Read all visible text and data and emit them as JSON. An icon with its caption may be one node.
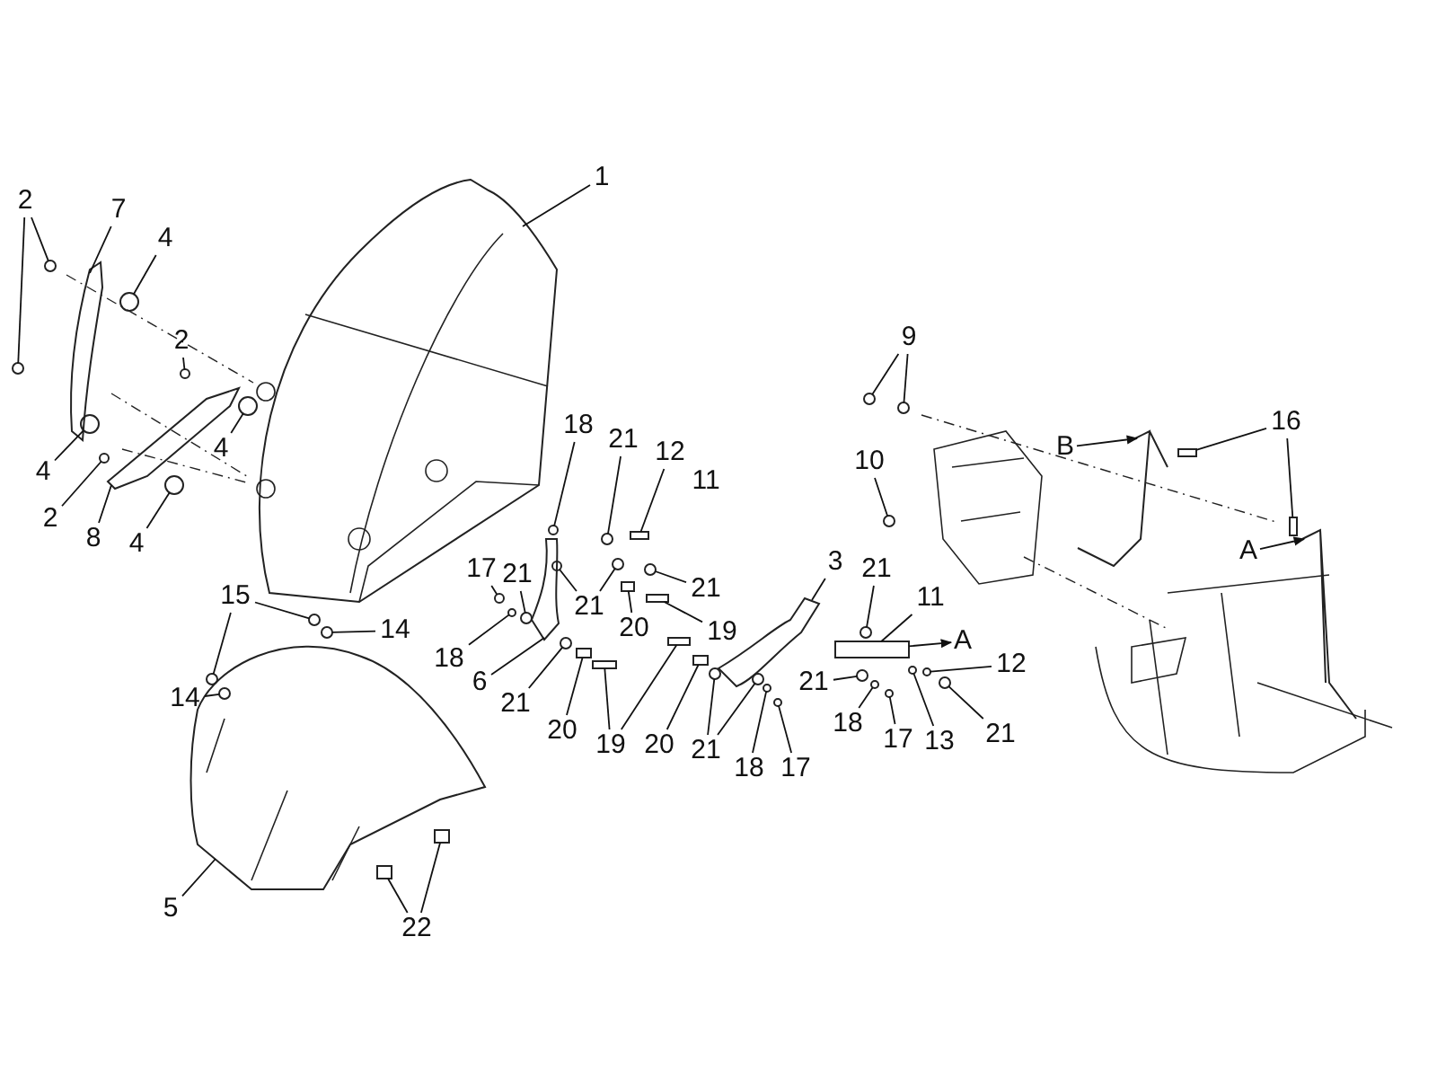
{
  "diagram": {
    "nodes": [
      {
        "text": [
          "2"
        ]
      },
      {
        "text": [
          "7"
        ]
      },
      {
        "text": [
          "4"
        ]
      },
      {
        "text": [
          "2"
        ]
      },
      {
        "text": [
          "4"
        ]
      },
      {
        "text": [
          "4"
        ]
      },
      {
        "text": [
          "2"
        ]
      },
      {
        "text": [
          "8"
        ]
      },
      {
        "text": [
          "4"
        ]
      },
      {
        "text": [
          "1"
        ]
      },
      {
        "text": [
          "18"
        ]
      },
      {
        "text": [
          "21"
        ]
      },
      {
        "text": [
          "12"
        ]
      },
      {
        "text": [
          "17"
        ]
      },
      {
        "text": [
          "21"
        ]
      },
      {
        "text": [
          "21"
        ]
      },
      {
        "text": [
          "21"
        ]
      },
      {
        "text": [
          "20"
        ]
      },
      {
        "text": [
          "19"
        ]
      },
      {
        "text": [
          "18"
        ]
      },
      {
        "text": [
          "6"
        ]
      },
      {
        "text": [
          "21"
        ]
      },
      {
        "text": [
          "20"
        ]
      },
      {
        "text": [
          "19"
        ]
      },
      {
        "text": [
          "20"
        ]
      },
      {
        "text": [
          "21"
        ]
      },
      {
        "text": [
          "18"
        ]
      },
      {
        "text": [
          "17"
        ]
      },
      {
        "text": [
          "3"
        ]
      },
      {
        "text": [
          "21"
        ]
      },
      {
        "text": [
          "11"
        ]
      },
      {
        "text": [
          "A"
        ]
      },
      {
        "text": [
          "21"
        ]
      },
      {
        "text": [
          "12"
        ]
      },
      {
        "text": [
          "18"
        ]
      },
      {
        "text": [
          "17"
        ]
      },
      {
        "text": [
          "13"
        ]
      },
      {
        "text": [
          "21"
        ]
      },
      {
        "text": [
          "9"
        ]
      },
      {
        "text": [
          "10"
        ]
      },
      {
        "text": [
          "B"
        ]
      },
      {
        "text": [
          "16"
        ]
      },
      {
        "text": [
          "A"
        ]
      },
      {
        "text": [
          "15"
        ]
      },
      {
        "text": [
          "14"
        ]
      },
      {
        "text": [
          "14"
        ]
      },
      {
        "text": [
          "5"
        ]
      },
      {
        "text": [
          "22"
        ]
      },
      {
        "text": [],
        "shape": "circle"
      },
      {
        "text": [],
        "shape": "circle"
      },
      {
        "text": [],
        "shape": "picture"
      },
      {
        "text": [],
        "shape": "circle"
      },
      {
        "text": [],
        "shape": "circle"
      },
      {
        "text": [],
        "shape": "circle"
      },
      {
        "text": [],
        "shape": "circle"
      },
      {
        "text": [],
        "shape": "circle"
      },
      {
        "text": [],
        "shape": "picture"
      },
      {
        "text": [],
        "shape": "circle"
      },
      {
        "text": [],
        "shape": "picture"
      },
      {
        "text": [],
        "shape": "circle"
      },
      {
        "text": [],
        "shape": "circle"
      },
      {
        "text": [],
        "shape": "bar"
      },
      {
        "text": [],
        "shape": "circle"
      },
      {
        "text": [],
        "shape": "circle"
      },
      {
        "text": [],
        "shape": "circle"
      },
      {
        "text": [],
        "shape": "circle"
      },
      {
        "text": [],
        "shape": "circle"
      },
      {
        "text": [],
        "shape": "bar"
      },
      {
        "text": [],
        "shape": "bar"
      },
      {
        "text": [],
        "shape": "circle"
      },
      {
        "text": [],
        "shape": "picture"
      },
      {
        "text": [],
        "shape": "circle"
      },
      {
        "text": [],
        "shape": "bar"
      },
      {
        "text": [],
        "shape": "bar"
      },
      {
        "text": [],
        "shape": "bar"
      },
      {
        "text": [],
        "shape": "bar"
      },
      {
        "text": [],
        "shape": "circle"
      },
      {
        "text": [],
        "shape": "circle"
      },
      {
        "text": [],
        "shape": "circle"
      },
      {
        "text": [],
        "shape": "circle"
      },
      {
        "text": [],
        "shape": "picture"
      },
      {
        "text": [],
        "shape": "circle"
      },
      {
        "text": [],
        "shape": "bar"
      },
      {
        "text": [],
        "shape": "circle"
      },
      {
        "text": [],
        "shape": "circle"
      },
      {
        "text": [],
        "shape": "circle"
      },
      {
        "text": [],
        "shape": "circle"
      },
      {
        "text": [],
        "shape": "circle"
      },
      {
        "text": [],
        "shape": "circle"
      },
      {
        "text": [],
        "shape": "circle"
      },
      {
        "text": [],
        "shape": "circle"
      },
      {
        "text": [],
        "shape": "circle"
      },
      {
        "text": [],
        "shape": "picture"
      },
      {
        "text": [],
        "shape": "bar"
      },
      {
        "text": [],
        "shape": "bar"
      },
      {
        "text": [],
        "shape": "circle"
      },
      {
        "text": [],
        "shape": "circle"
      },
      {
        "text": [],
        "shape": "circle"
      },
      {
        "text": [],
        "shape": "circle",
        "in": 99
      },
      {
        "text": [],
        "shape": "picture"
      },
      {
        "text": [],
        "shape": "bar"
      },
      {
        "text": [],
        "shape": "bar"
      },
      {
        "text": [],
        "shape": "picture"
      }
    ],
    "edges": [
      {
        "from": 0,
        "to": 48,
        "arrow": "none"
      },
      {
        "from": 0,
        "to": 49,
        "arrow": "none"
      },
      {
        "from": 1,
        "to": 50,
        "arrow": "none"
      },
      {
        "from": 2,
        "to": 51,
        "arrow": "none"
      },
      {
        "from": 3,
        "to": 52,
        "arrow": "none"
      },
      {
        "from": 4,
        "to": 53,
        "arrow": "none"
      },
      {
        "from": 5,
        "to": 54,
        "arrow": "none"
      },
      {
        "from": 6,
        "to": 55,
        "arrow": "none"
      },
      {
        "from": 7,
        "to": 56,
        "arrow": "none"
      },
      {
        "from": 8,
        "to": 57,
        "arrow": "none"
      },
      {
        "from": 9,
        "to": 58,
        "arrow": "none"
      },
      {
        "from": 10,
        "to": 59,
        "arrow": "none"
      },
      {
        "from": 11,
        "to": 60,
        "arrow": "none"
      },
      {
        "from": 12,
        "to": 61,
        "arrow": "none"
      },
      {
        "from": 13,
        "to": 62,
        "arrow": "none"
      },
      {
        "from": 14,
        "to": 63,
        "arrow": "none"
      },
      {
        "from": 15,
        "to": 64,
        "arrow": "none"
      },
      {
        "from": 15,
        "to": 65,
        "arrow": "none"
      },
      {
        "from": 16,
        "to": 66,
        "arrow": "none"
      },
      {
        "from": 17,
        "to": 67,
        "arrow": "none"
      },
      {
        "from": 18,
        "to": 68,
        "arrow": "none"
      },
      {
        "from": 19,
        "to": 69,
        "arrow": "none"
      },
      {
        "from": 20,
        "to": 70,
        "arrow": "none"
      },
      {
        "from": 21,
        "to": 71,
        "arrow": "none"
      },
      {
        "from": 22,
        "to": 72,
        "arrow": "none"
      },
      {
        "from": 23,
        "to": 73,
        "arrow": "none"
      },
      {
        "from": 23,
        "to": 74,
        "arrow": "none"
      },
      {
        "from": 24,
        "to": 75,
        "arrow": "none"
      },
      {
        "from": 25,
        "to": 76,
        "arrow": "none"
      },
      {
        "from": 25,
        "to": 77,
        "arrow": "none"
      },
      {
        "from": 26,
        "to": 78,
        "arrow": "none"
      },
      {
        "from": 27,
        "to": 79,
        "arrow": "none"
      },
      {
        "from": 28,
        "to": 80,
        "arrow": "none"
      },
      {
        "from": 29,
        "to": 81,
        "arrow": "none"
      },
      {
        "from": 30,
        "to": 82,
        "arrow": "none"
      },
      {
        "from": 82,
        "to": 31,
        "arrow": "to"
      },
      {
        "from": 32,
        "to": 83,
        "arrow": "none"
      },
      {
        "from": 33,
        "to": 84,
        "arrow": "none"
      },
      {
        "from": 34,
        "to": 85,
        "arrow": "none"
      },
      {
        "from": 35,
        "to": 86,
        "arrow": "none"
      },
      {
        "from": 36,
        "to": 87,
        "arrow": "none"
      },
      {
        "from": 37,
        "to": 88,
        "arrow": "none"
      },
      {
        "from": 38,
        "to": 89,
        "arrow": "none"
      },
      {
        "from": 38,
        "to": 90,
        "arrow": "none"
      },
      {
        "from": 39,
        "to": 91,
        "arrow": "none"
      },
      {
        "from": 40,
        "to": 92,
        "arrow": "to"
      },
      {
        "from": 41,
        "to": 93,
        "arrow": "none"
      },
      {
        "from": 41,
        "to": 94,
        "arrow": "none"
      },
      {
        "from": 42,
        "to": 102,
        "arrow": "to"
      },
      {
        "from": 43,
        "to": 95,
        "arrow": "none"
      },
      {
        "from": 43,
        "to": 96,
        "arrow": "none"
      },
      {
        "from": 44,
        "to": 97,
        "arrow": "none"
      },
      {
        "from": 45,
        "to": 98,
        "arrow": "none"
      },
      {
        "from": 46,
        "to": 99,
        "arrow": "none"
      },
      {
        "from": 47,
        "to": 100,
        "arrow": "none"
      },
      {
        "from": 47,
        "to": 101,
        "arrow": "none"
      }
    ],
    "labels": [
      "11"
    ]
  }
}
